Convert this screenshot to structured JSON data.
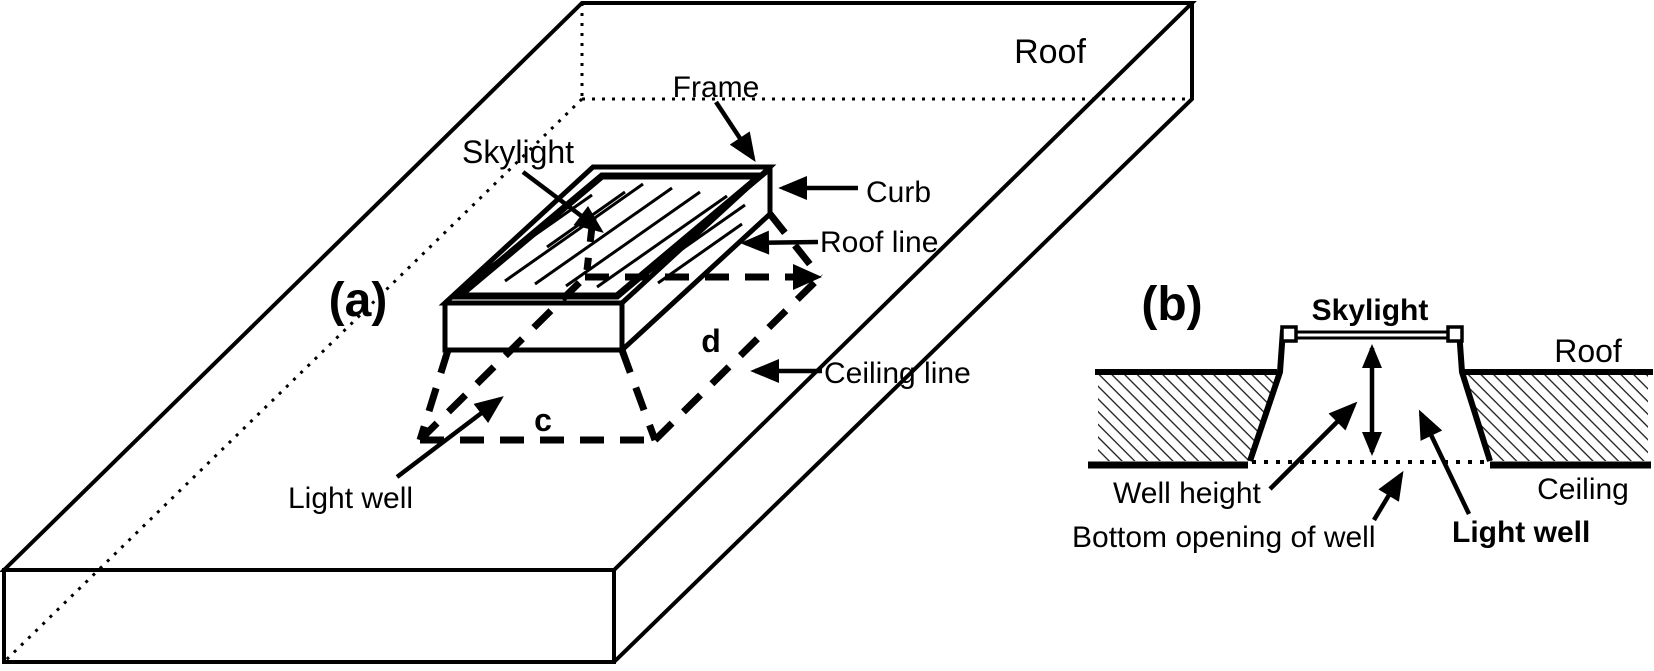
{
  "colors": {
    "ink": "#000000",
    "paper": "#ffffff"
  },
  "figure_a": {
    "tag": "(a)",
    "roof": "Roof",
    "frame": "Frame",
    "skylight": "Skylight",
    "curb": "Curb",
    "roof_line": "Roof line",
    "ceiling_line": "Ceiling line",
    "light_well": "Light well",
    "dim_c": "c",
    "dim_d": "d"
  },
  "figure_b": {
    "tag": "(b)",
    "skylight": "Skylight",
    "roof": "Roof",
    "ceiling": "Ceiling",
    "well_height": "Well height",
    "bottom_opening": "Bottom opening of well",
    "light_well": "Light well"
  }
}
